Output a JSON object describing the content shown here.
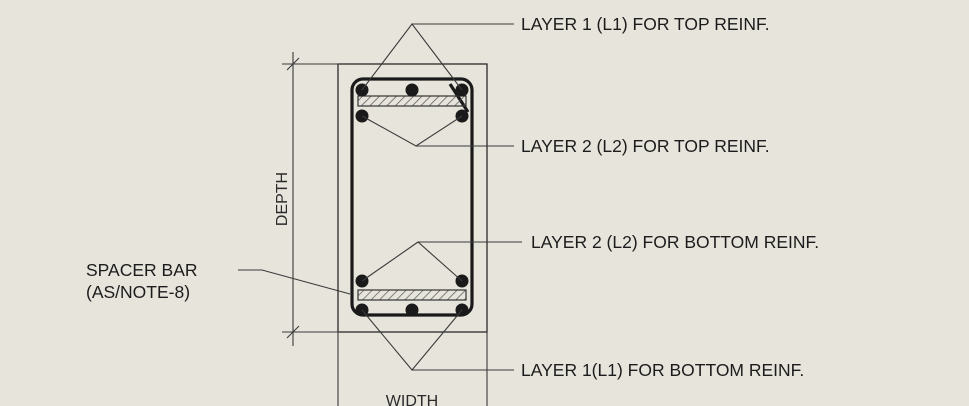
{
  "labels": {
    "layer1_top": "LAYER 1 (L1) FOR TOP REINF.",
    "layer2_top": "LAYER 2 (L2) FOR TOP REINF.",
    "layer2_bottom": "LAYER 2 (L2) FOR BOTTOM REINF.",
    "layer1_bottom": "LAYER 1(L1) FOR BOTTOM REINF.",
    "spacer_bar_line1": "SPACER BAR",
    "spacer_bar_line2": "(AS/NOTE-8)"
  },
  "dimensions": {
    "depth": "DEPTH",
    "width": "WIDTH"
  }
}
